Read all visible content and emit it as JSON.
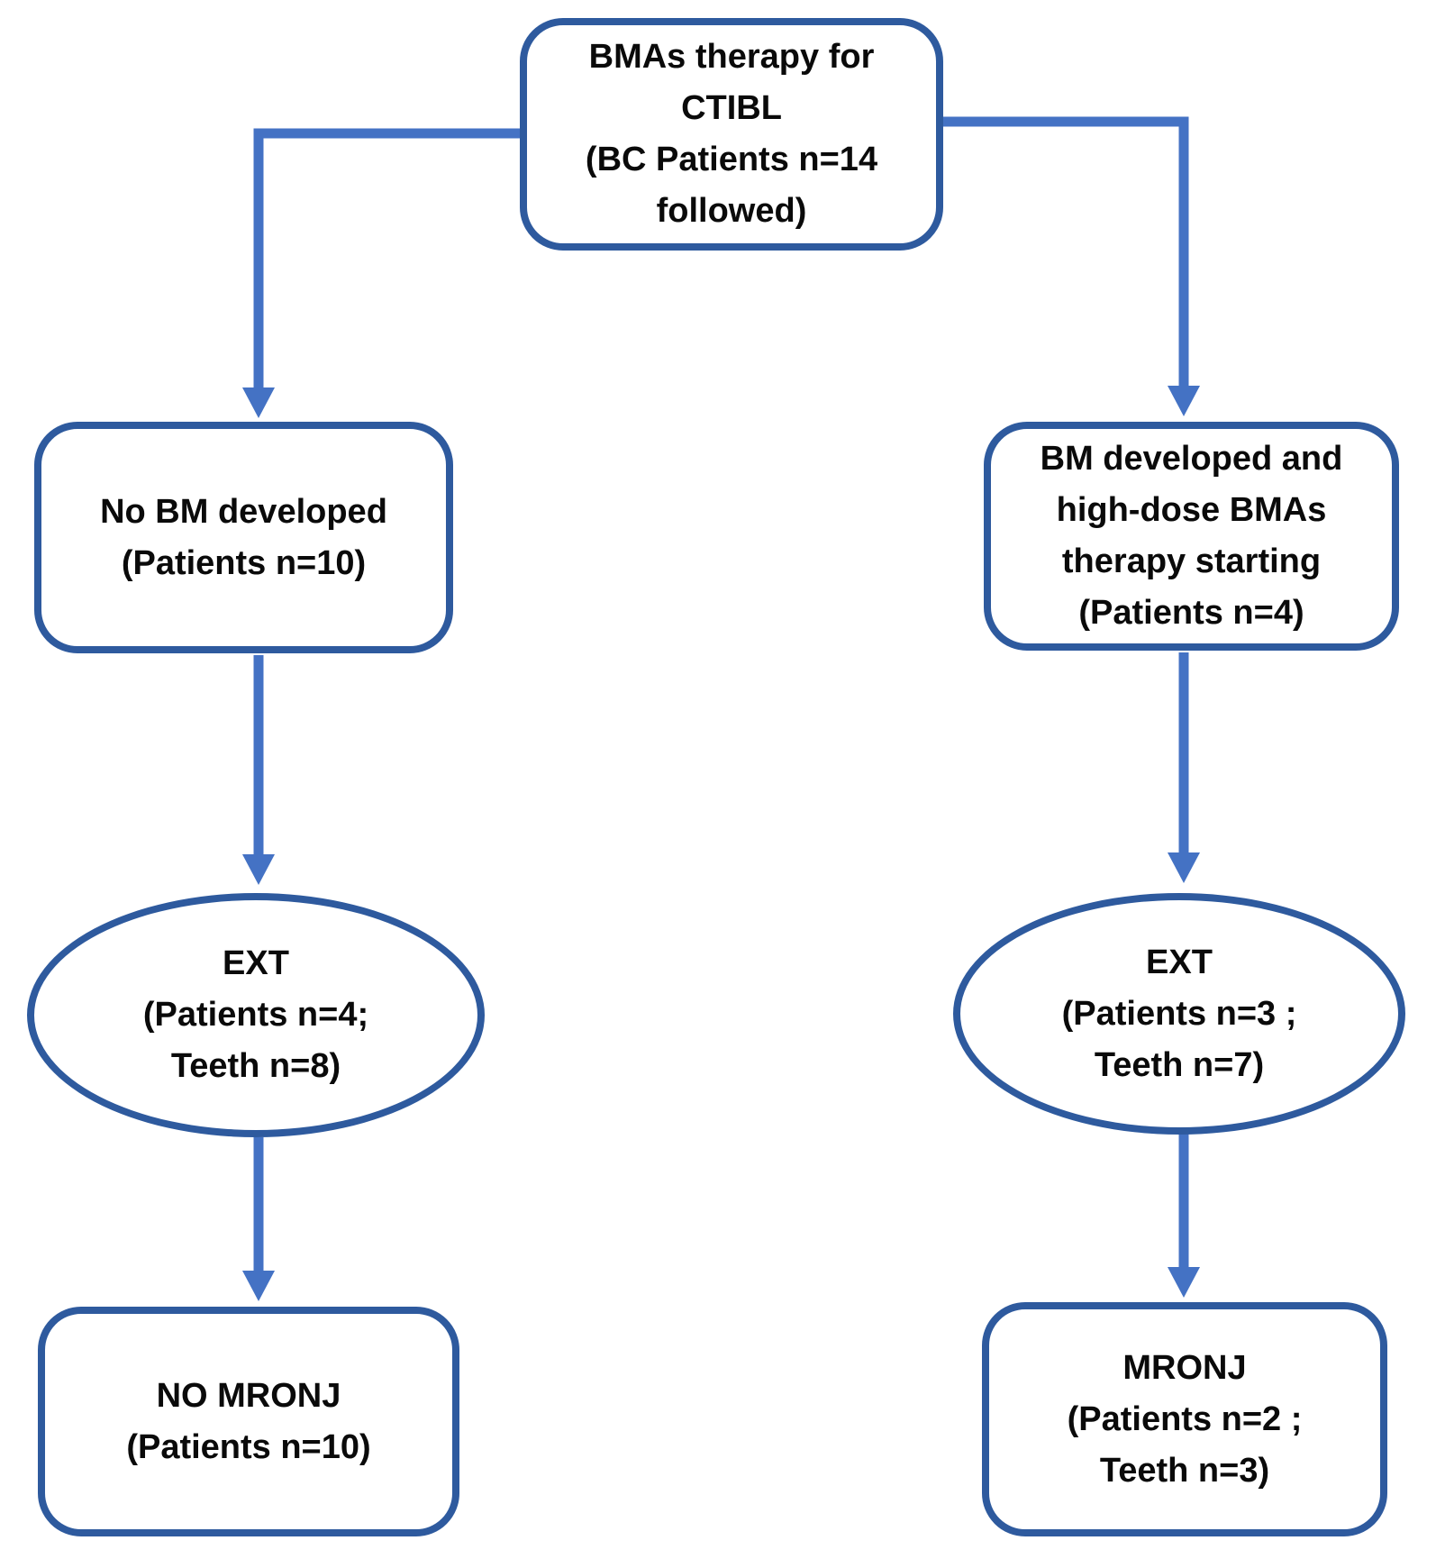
{
  "diagram": {
    "type": "flowchart",
    "colors": {
      "node_border": "#2E5A9E",
      "connector": "#4472C4",
      "text": "#0A0A0A",
      "background": "#FFFFFF"
    },
    "nodes": {
      "root": {
        "shape": "rounded-rectangle",
        "text": "BMAs therapy for\nCTIBL\n(BC Patients n=14\nfollowed)"
      },
      "no_bm": {
        "shape": "rounded-rectangle",
        "text": "No BM developed\n(Patients n=10)"
      },
      "bm_developed": {
        "shape": "rounded-rectangle",
        "text": "BM developed and\nhigh-dose BMAs\ntherapy starting\n(Patients n=4)"
      },
      "ext_left": {
        "shape": "ellipse",
        "text": "EXT\n(Patients n=4;\nTeeth n=8)"
      },
      "ext_right": {
        "shape": "ellipse",
        "text": "EXT\n(Patients n=3 ;\nTeeth n=7)"
      },
      "no_mronj": {
        "shape": "rounded-rectangle",
        "text": "NO MRONJ\n(Patients n=10)"
      },
      "mronj": {
        "shape": "rounded-rectangle",
        "text": "MRONJ\n(Patients n=2 ;\nTeeth n=3)"
      }
    },
    "edges": [
      {
        "from": "root",
        "to": "no_bm"
      },
      {
        "from": "root",
        "to": "bm_developed"
      },
      {
        "from": "no_bm",
        "to": "ext_left"
      },
      {
        "from": "bm_developed",
        "to": "ext_right"
      },
      {
        "from": "ext_left",
        "to": "no_mronj"
      },
      {
        "from": "ext_right",
        "to": "mronj"
      }
    ]
  }
}
